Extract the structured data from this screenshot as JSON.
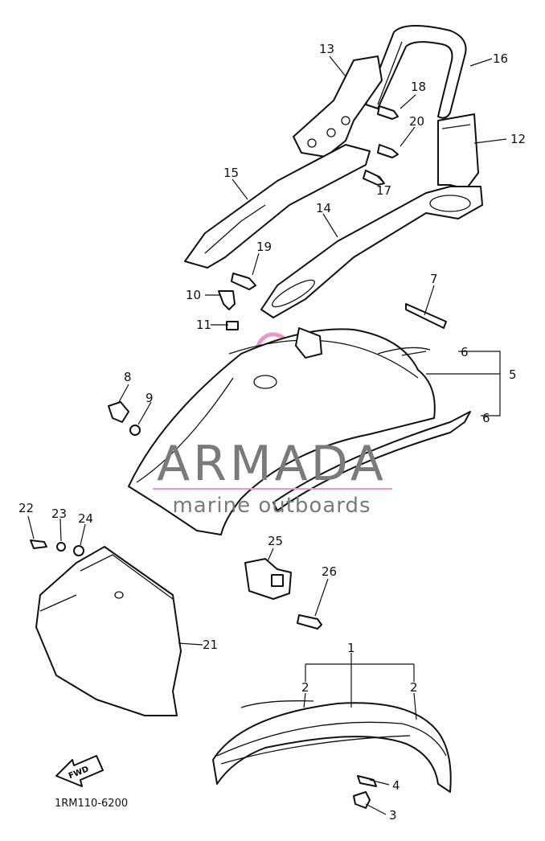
{
  "diagram": {
    "code": "1RM110-6200",
    "fwd_label": "FWD",
    "labels": {
      "p1": "1",
      "p2a": "2",
      "p2b": "2",
      "p3": "3",
      "p4": "4",
      "p5": "5",
      "p6a": "6",
      "p6b": "6",
      "p7": "7",
      "p8": "8",
      "p9": "9",
      "p10": "10",
      "p11": "11",
      "p12": "12",
      "p13": "13",
      "p14": "14",
      "p15": "15",
      "p16": "16",
      "p17": "17",
      "p18": "18",
      "p19": "19",
      "p20": "20",
      "p21": "21",
      "p22": "22",
      "p23": "23",
      "p24": "24",
      "p25": "25",
      "p26": "26"
    }
  },
  "watermark": {
    "brand": "ARMADA",
    "tagline": "marine outboards",
    "icon": "propeller-icon",
    "accent_color": "#e79ac6",
    "text_color": "#7a7a7a"
  }
}
